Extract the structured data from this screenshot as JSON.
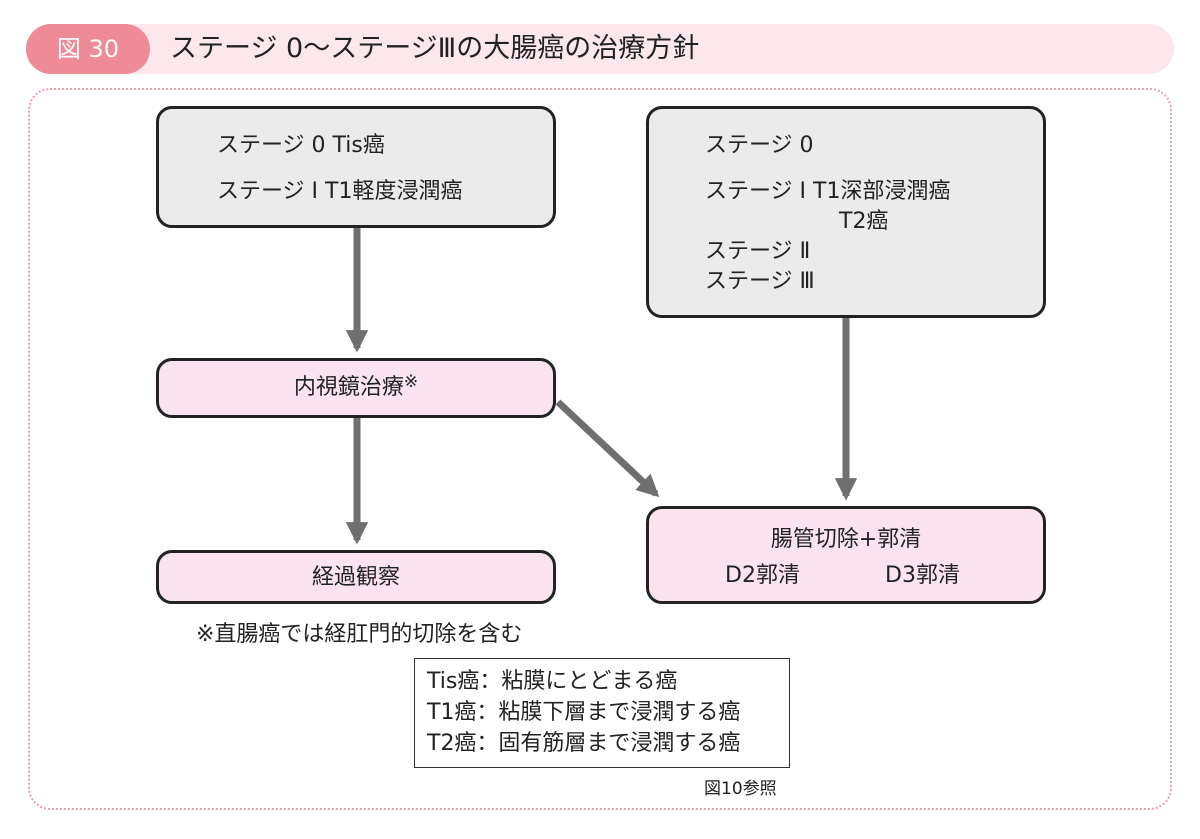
{
  "header": {
    "figure_label": "図 30",
    "title": "ステージ 0〜ステージⅢの大腸癌の治療方針"
  },
  "left_top_box": {
    "line1": "ステージ 0  Tis癌",
    "line2": "ステージ Ⅰ  T1軽度浸潤癌"
  },
  "right_top_box": {
    "line1": "ステージ 0",
    "line2": "ステージ Ⅰ  T1深部浸潤癌",
    "line3": "T2癌",
    "line4": "ステージ Ⅱ",
    "line5": "ステージ Ⅲ"
  },
  "endoscopy_box": {
    "label": "内視鏡治療",
    "mark": "※"
  },
  "observation_box": {
    "label": "経過観察"
  },
  "surgery_box": {
    "label": "腸管切除+郭清",
    "option1": "D2郭清",
    "option2": "D3郭清"
  },
  "footnote": "※直腸癌では経肛門的切除を含む",
  "legend": {
    "rows": [
      "Tis癌：粘膜にとどまる癌",
      "T1癌：粘膜下層まで浸潤する癌",
      "T2癌：固有筋層まで浸潤する癌"
    ]
  },
  "reference": "図10参照",
  "colors": {
    "badge": "#ef8a97",
    "header_bg": "#fce8ec",
    "gray_box": "#ebebeb",
    "pink_box": "#fbe4ef",
    "arrow": "#6f6f6f",
    "frame_border": "#e9a1ac"
  }
}
